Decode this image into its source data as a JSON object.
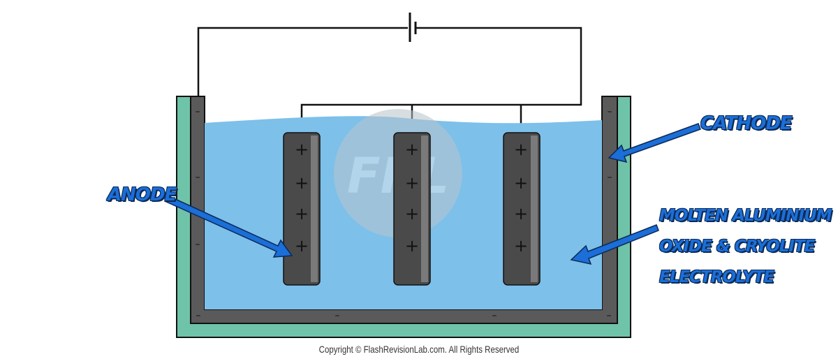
{
  "labels": {
    "anode": "ANODE",
    "cathode": "CATHODE",
    "electrolyte_line1": "MOLTEN ALUMINIUM",
    "electrolyte_line2": "OXIDE & CRYOLITE",
    "electrolyte_line3": "ELECTROLYTE"
  },
  "anode_signs": "+",
  "cathode_signs": "–",
  "watermark": "FRL",
  "copyright": "Copyright © FlashRevisionLab.com. All Rights Reserved",
  "colors": {
    "casing": "#6fc3a8",
    "cathode": "#5a5a5a",
    "electrolyte": "#7dc0ea",
    "anode": "#4a4a4a",
    "label": "#1c6ed8",
    "arrow": "#1c6ed8"
  }
}
